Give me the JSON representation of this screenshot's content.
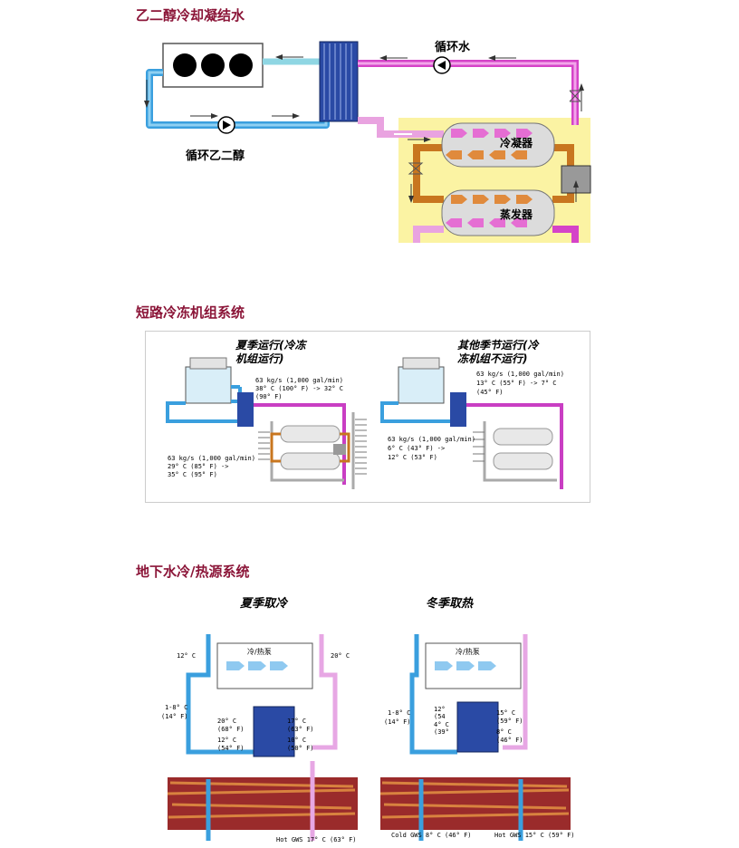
{
  "sections": [
    {
      "title": "乙二醇冷却凝结水",
      "labels": {
        "circ_water": "循环水",
        "circ_glycol": "循环乙二醇",
        "condenser": "冷凝器",
        "evaporator": "蒸发器"
      }
    },
    {
      "title": "短路冷冻机组系统",
      "left": {
        "heading_line1": "夏季运行(冷冻",
        "heading_line2": "机组运行)",
        "top_flow": "63 kg/s (1,000 gal/min)",
        "top_temp1": "38° C (100° F) -> 32° C",
        "top_temp2": "(90° F)",
        "bottom_flow": "63 kg/s (1,000 gal/min)",
        "bottom_temp1": "29° C (85° F) ->",
        "bottom_temp2": "35° C (95° F)"
      },
      "right": {
        "heading_line1": "其他季节运行(冷",
        "heading_line2": "冻机组不运行)",
        "top_flow": "63 kg/s (1,000 gal/min)",
        "top_temp1": "13° C (55° F) -> 7° C",
        "top_temp2": "(45° F)",
        "bottom_flow": "63 kg/s (1,000 gal/min)",
        "bottom_temp1": "6° C (43° F) ->",
        "bottom_temp2": "12° C (53° F)"
      }
    },
    {
      "title": "地下水冷/热源系统",
      "left": {
        "heading": "夏季取冷",
        "unit_label": "冷/热泵",
        "t_top_left": "12° C",
        "t_top_right": "20° C",
        "t_mid_left1": "1-8° C",
        "t_mid_left2": "(14° F)",
        "hx_l1": "20° C",
        "hx_l2": "(68° F)",
        "hx_l3": "12° C",
        "hx_l4": "(54° F)",
        "hx_r1": "17° C",
        "hx_r2": "(63° F)",
        "hx_r3": "10° C",
        "hx_r4": "(50° F)",
        "bottom": "Hot GWS 17° C (63° F)"
      },
      "right": {
        "heading": "冬季取热",
        "unit_label": "冷/热泵",
        "t_mid_left1": "1-8° C",
        "t_mid_left2": "(14° F)",
        "hx_l1": "12°",
        "hx_l2": "(54",
        "hx_l3": "4° C",
        "hx_l4": "(39°",
        "hx_r1": "15° C",
        "hx_r2": "(59° F)",
        "hx_r3": "8° C",
        "hx_r4": "(46° F)",
        "bottom_left": "Cold GWS 8° C (46° F)",
        "bottom_right": "Hot GWS 15° C (59° F)"
      }
    }
  ]
}
